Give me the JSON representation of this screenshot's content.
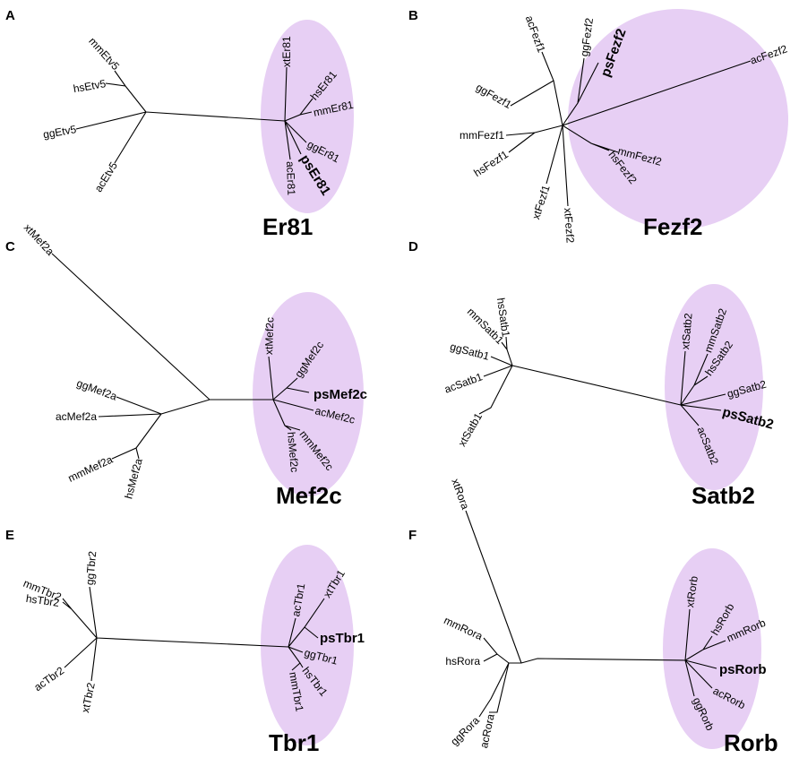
{
  "highlight_color": "#e7cff4",
  "panels": [
    {
      "letter": "A",
      "gene": "Er81",
      "leaves": [
        "mmEtv5",
        "hsEtv5",
        "ggEtv5",
        "acEtv5",
        "xtEr81",
        "hsEr81",
        "mmEr81",
        "ggEr81",
        "psEr81",
        "acEr81"
      ]
    },
    {
      "letter": "B",
      "gene": "Fezf2",
      "leaves": [
        "acFezf1",
        "ggFezf1",
        "mmFezf1",
        "hsFezf1",
        "xtFezf1",
        "xtFezf2",
        "ggFezf2",
        "psFezf2",
        "acFezf2",
        "mmFezf2",
        "hsFezf2"
      ]
    },
    {
      "letter": "C",
      "gene": "Mef2c",
      "leaves": [
        "xtMef2a",
        "ggMef2a",
        "acMef2a",
        "mmMef2a",
        "hsMef2a",
        "xtMef2c",
        "ggMef2c",
        "psMef2c",
        "acMef2c",
        "mmMef2c",
        "hsMef2c"
      ]
    },
    {
      "letter": "D",
      "gene": "Satb2",
      "leaves": [
        "hsSatb1",
        "mmSatb1",
        "ggSatb1",
        "acSatb1",
        "xtSatb1",
        "xtSatb2",
        "mmSatb2",
        "hsSatb2",
        "ggSatb2",
        "psSatb2",
        "acSatb2"
      ]
    },
    {
      "letter": "E",
      "gene": "Tbr1",
      "leaves": [
        "ggTbr2",
        "mmTbr2",
        "hsTbr2",
        "acTbr2",
        "xtTbr2",
        "acTbr1",
        "xtTbr1",
        "psTbr1",
        "ggTbr1",
        "hsTbr1",
        "mmTbr1"
      ]
    },
    {
      "letter": "F",
      "gene": "Rorb",
      "leaves": [
        "xtRora",
        "mmRora",
        "hsRora",
        "ggRora",
        "acRora",
        "xtRorb",
        "hsRorb",
        "mmRorb",
        "psRorb",
        "acRorb",
        "ggRorb"
      ]
    }
  ]
}
